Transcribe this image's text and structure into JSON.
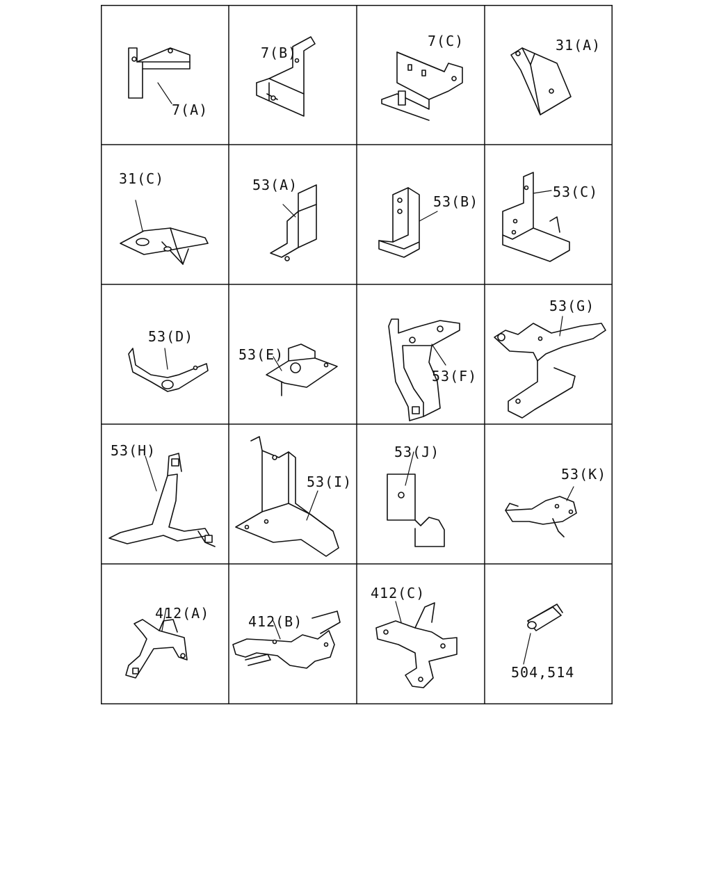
{
  "cells": [
    {
      "label": "7(A)"
    },
    {
      "label": "7(B)"
    },
    {
      "label": "7(C)"
    },
    {
      "label": "31(A)"
    },
    {
      "label": "31(C)"
    },
    {
      "label": "53(A)"
    },
    {
      "label": "53(B)"
    },
    {
      "label": "53(C)"
    },
    {
      "label": "53(D)"
    },
    {
      "label": "53(E)"
    },
    {
      "label": "53(F)"
    },
    {
      "label": "53(G)"
    },
    {
      "label": "53(H)"
    },
    {
      "label": "53(I)"
    },
    {
      "label": "53(J)"
    },
    {
      "label": "53(K)"
    },
    {
      "label": "412(A)"
    },
    {
      "label": "412(B)"
    },
    {
      "label": "412(C)"
    },
    {
      "label": "504,514"
    }
  ]
}
